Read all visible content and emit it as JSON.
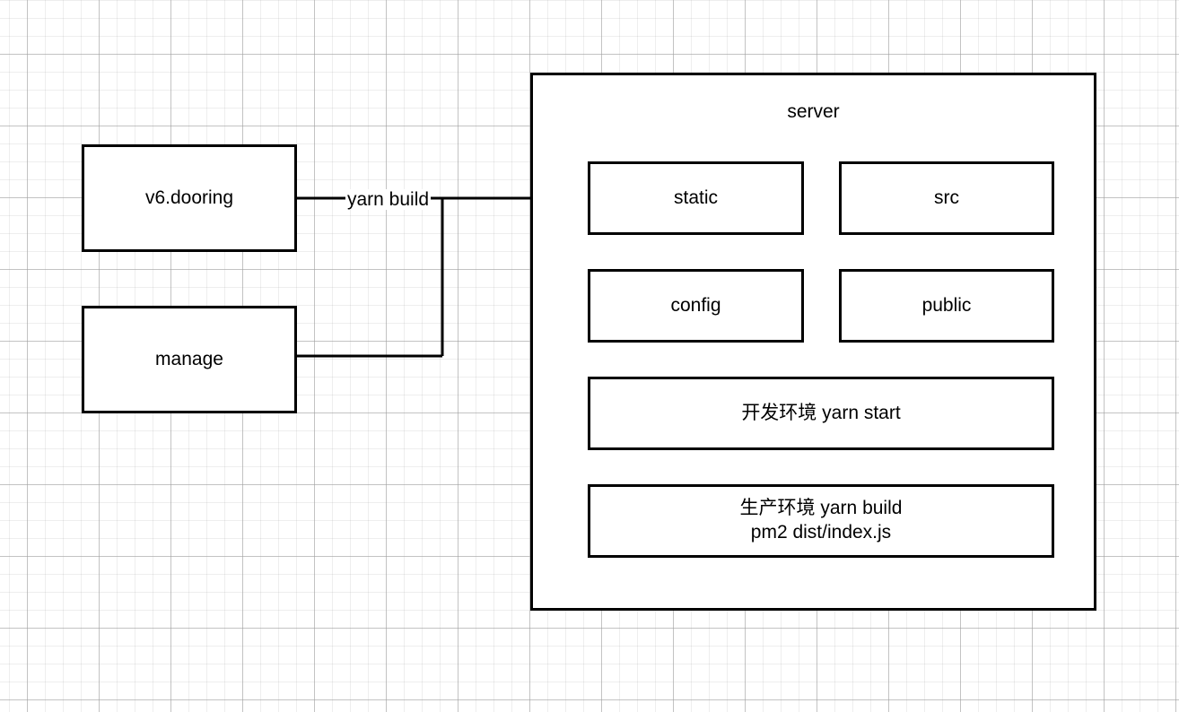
{
  "diagram": {
    "type": "flowchart",
    "background": "grid-canvas",
    "colors": {
      "stroke": "#000000",
      "fill": "#ffffff",
      "grid_minor": "#eaeaea",
      "grid_major": "#b3b3b3"
    },
    "source_nodes": [
      {
        "id": "v6dooring",
        "label": "v6.dooring"
      },
      {
        "id": "manage",
        "label": "manage"
      }
    ],
    "edges": [
      {
        "id": "build-edge",
        "label": "yarn build",
        "from": [
          "v6.dooring",
          "manage"
        ],
        "to": "static",
        "arrow": "filled-triangle"
      }
    ],
    "container": {
      "id": "server",
      "title": "server",
      "children": [
        {
          "id": "static",
          "label": "static"
        },
        {
          "id": "src",
          "label": "src"
        },
        {
          "id": "config",
          "label": "config"
        },
        {
          "id": "public",
          "label": "public"
        },
        {
          "id": "dev-env",
          "label": "开发环境 yarn start"
        },
        {
          "id": "prod-env",
          "label": "生产环境 yarn build\npm2 dist/index.js"
        }
      ]
    }
  }
}
